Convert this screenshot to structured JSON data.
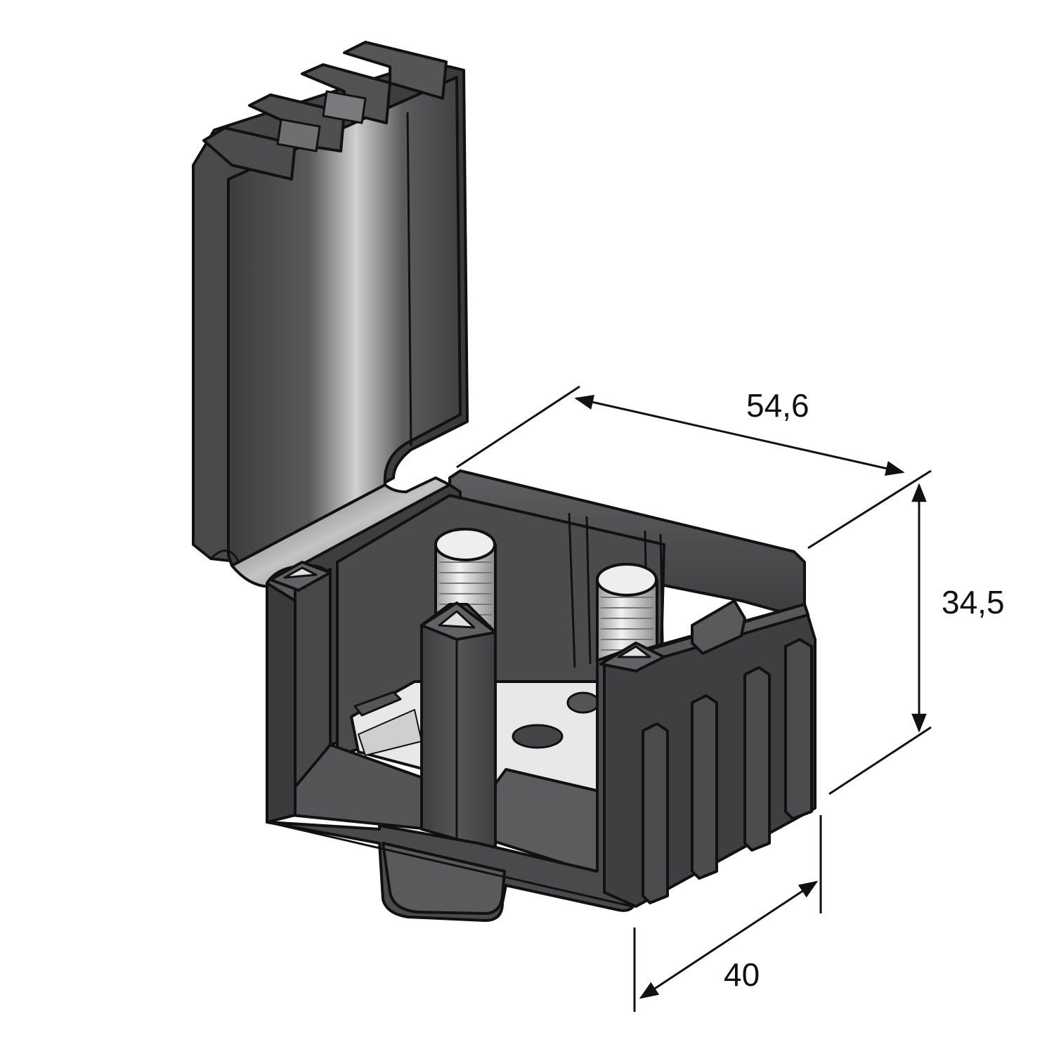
{
  "dimensions": {
    "length": "54,6",
    "height": "34,5",
    "width": "40"
  },
  "colors": {
    "body_dark": "#4a4a4c",
    "body_mid": "#6d6d70",
    "body_light": "#b9b9bc",
    "plate": "#e6e6e6",
    "stud": "#d8d8d8",
    "outline": "#111111"
  }
}
